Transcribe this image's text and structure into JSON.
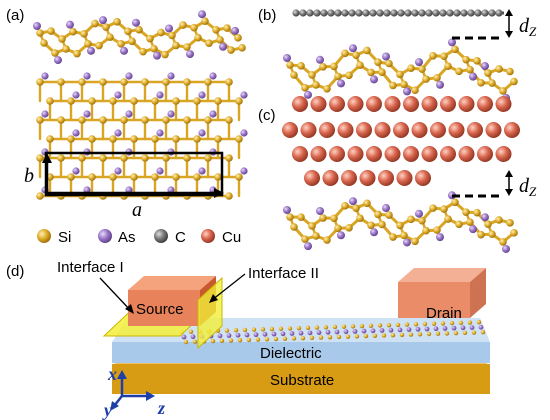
{
  "panels": {
    "a": "(a)",
    "b": "(b)",
    "c": "(c)",
    "d": "(d)"
  },
  "lattice_vectors": {
    "a": "a",
    "b": "b"
  },
  "dz": {
    "base": "d",
    "sub": "Z"
  },
  "legend": [
    {
      "element": "Si",
      "color": "#d9a623"
    },
    {
      "element": "As",
      "color": "#9b76c9"
    },
    {
      "element": "C",
      "color": "#7a7a7a"
    },
    {
      "element": "Cu",
      "color": "#d8654c"
    }
  ],
  "device": {
    "interface_1": "Interface I",
    "interface_2": "Interface II",
    "source": "Source",
    "drain": "Drain",
    "dielectric": "Dielectric",
    "substrate": "Substrate",
    "axes": {
      "x": "x",
      "y": "y",
      "z": "z"
    }
  },
  "colors": {
    "si": "#d9a623",
    "as": "#9b76c9",
    "c": "#6f6f6f",
    "cu": "#d8654c",
    "electrode": "#e8825a",
    "interface": "#f3ef3a",
    "dielectric": "#a9c9ea",
    "substrate": "#d89b14",
    "axis_blue": "#1f3fa8"
  }
}
